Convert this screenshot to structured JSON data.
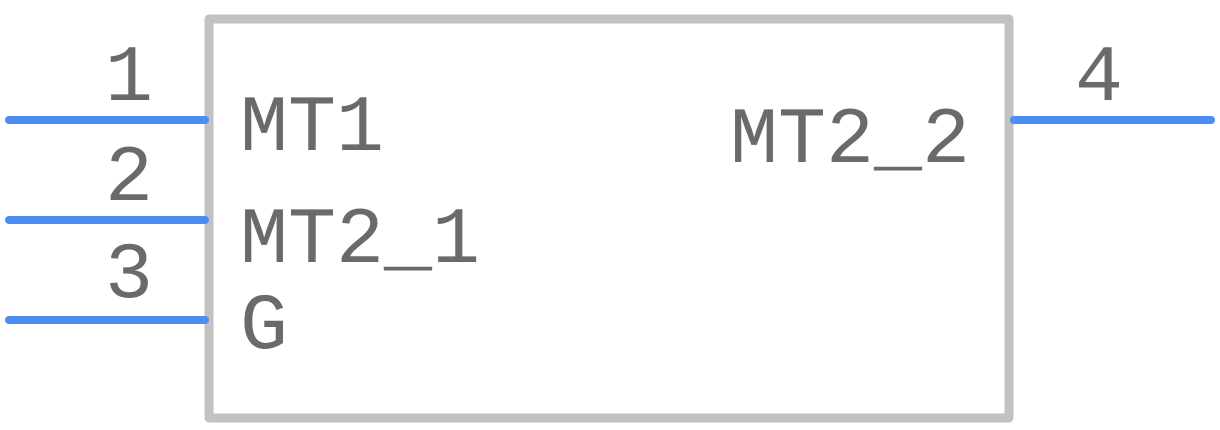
{
  "component": {
    "pins": [
      {
        "number": "1",
        "name": "MT1",
        "side": "left"
      },
      {
        "number": "2",
        "name": "MT2_1",
        "side": "left"
      },
      {
        "number": "3",
        "name": "G",
        "side": "left"
      },
      {
        "number": "4",
        "name": "MT2_2",
        "side": "right"
      }
    ]
  },
  "colors": {
    "body_outline": "#c2c2c2",
    "pin_line": "#4b8ef0",
    "text": "#6a6a6a"
  }
}
